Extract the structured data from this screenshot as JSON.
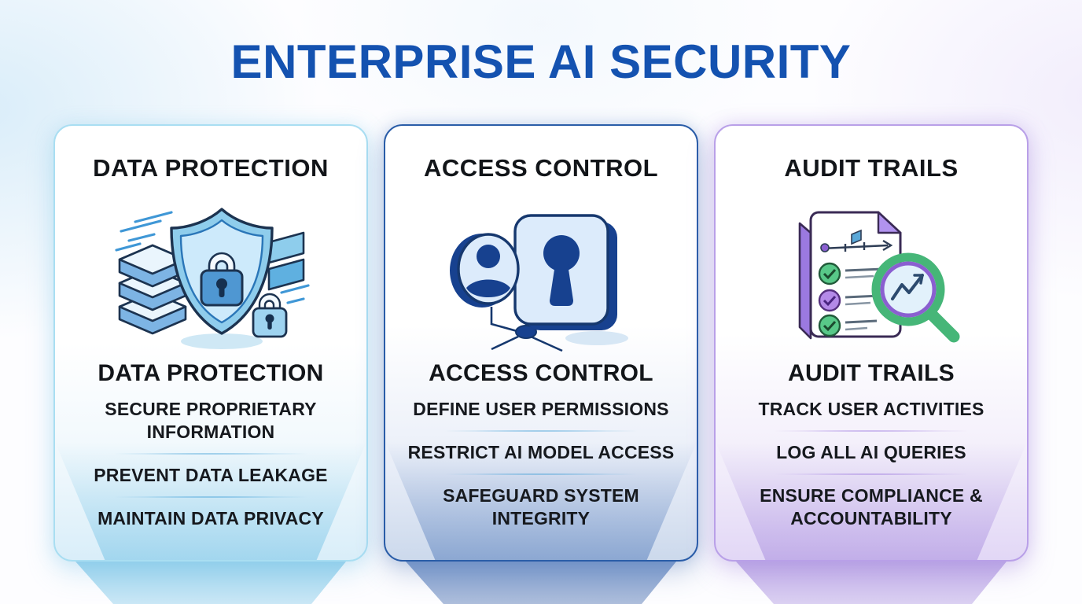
{
  "page": {
    "title": "ENTERPRISE AI SECURITY",
    "title_color": "#1452b0",
    "background_color": "#fdfdff"
  },
  "cards": [
    {
      "id": "data-protection",
      "header": "DATA PROTECTION",
      "icon": "shield-lock-icon",
      "subheader": "DATA PROTECTION",
      "bullets": [
        "SECURE PROPRIETARY INFORMATION",
        "PREVENT DATA LEAKAGE",
        "MAINTAIN DATA PRIVACY"
      ],
      "accent_color": "#76c3e6",
      "border_color": "#a9def2"
    },
    {
      "id": "access-control",
      "header": "ACCESS CONTROL",
      "icon": "user-keyhole-icon",
      "subheader": "ACCESS CONTROL",
      "bullets": [
        "DEFINE USER PERMISSIONS",
        "RESTRICT AI MODEL ACCESS",
        "SAFEGUARD SYSTEM INTEGRITY"
      ],
      "accent_color": "#587fbd",
      "border_color": "#2a5da8"
    },
    {
      "id": "audit-trails",
      "header": "AUDIT TRAILS",
      "icon": "document-magnifier-icon",
      "subheader": "AUDIT TRAILS",
      "bullets": [
        "TRACK USER ACTIVITIES",
        "LOG ALL AI QUERIES",
        "ENSURE COMPLIANCE & ACCOUNTABILITY"
      ],
      "accent_color": "#a286dc",
      "border_color": "#b9a0e8"
    }
  ]
}
